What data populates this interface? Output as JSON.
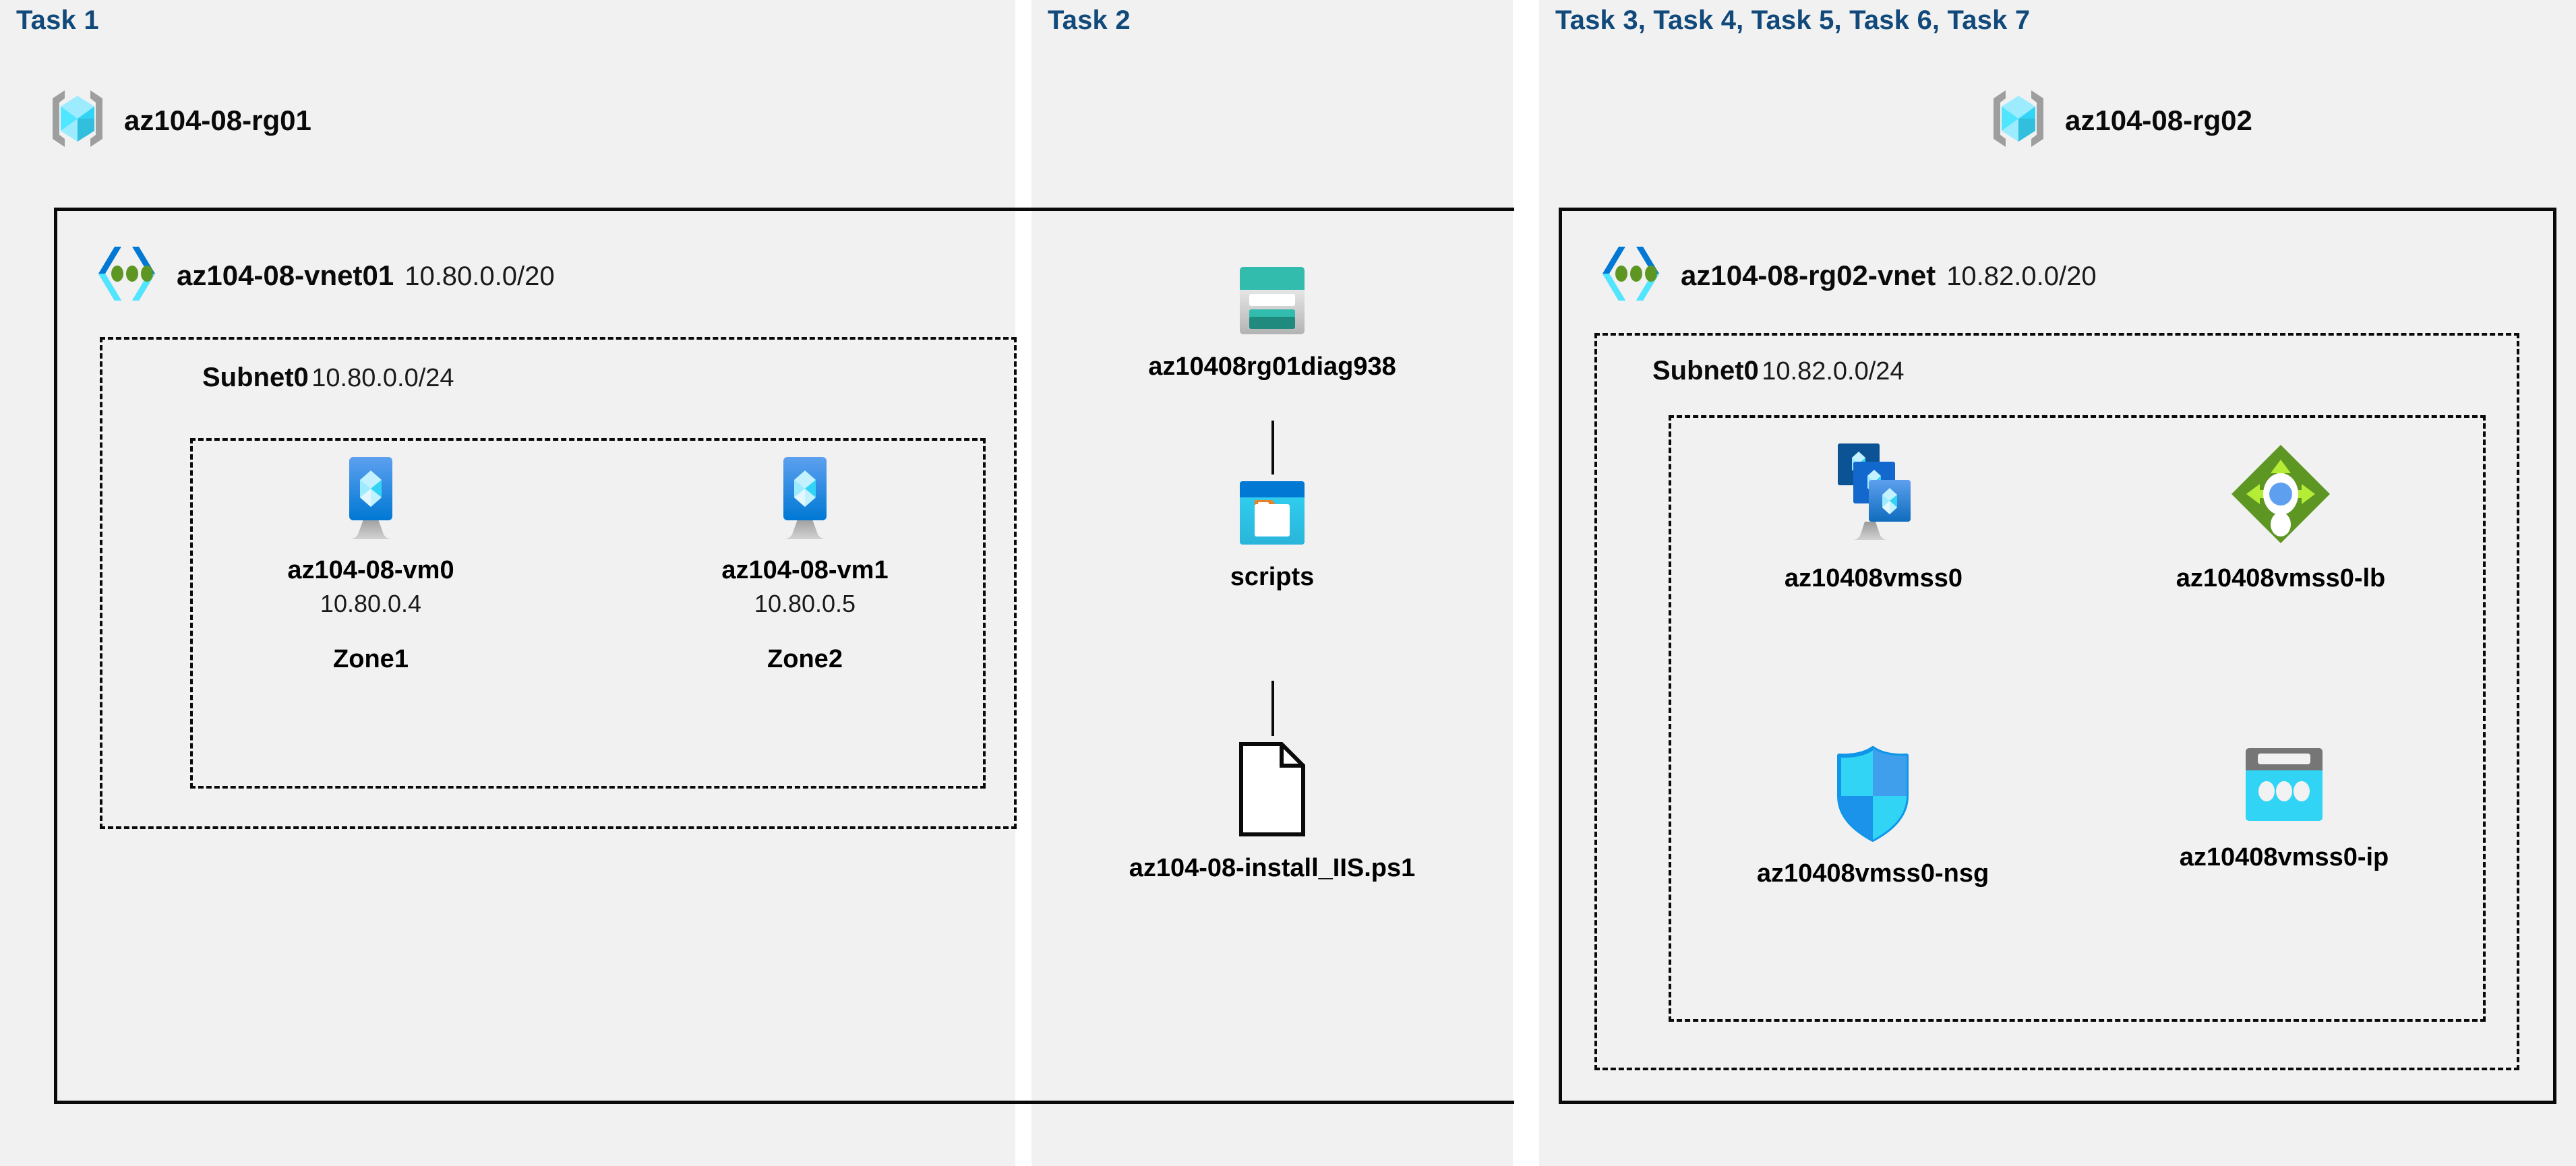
{
  "columns": [
    {
      "id": "col1",
      "task_label": "Task 1",
      "resource_group": {
        "name": "az104-08-rg01",
        "icon": "resource-group-icon"
      },
      "vnet": {
        "name": "az104-08-vnet01",
        "cidr": "10.80.0.0/20",
        "icon": "virtual-network-icon"
      },
      "subnet": {
        "name": "Subnet0",
        "cidr": "10.80.0.0/24"
      },
      "nodes": [
        {
          "name": "az104-08-vm0",
          "ip": "10.80.0.4",
          "zone": "Zone1",
          "icon": "virtual-machine-icon"
        },
        {
          "name": "az104-08-vm1",
          "ip": "10.80.0.5",
          "zone": "Zone2",
          "icon": "virtual-machine-icon"
        }
      ]
    },
    {
      "id": "col2",
      "task_label": "Task 2",
      "nodes": [
        {
          "name": "az10408rg01diag938",
          "icon": "storage-account-icon"
        },
        {
          "name": "scripts",
          "icon": "blob-container-icon"
        },
        {
          "name": "az104-08-install_IIS.ps1",
          "icon": "script-file-icon"
        }
      ]
    },
    {
      "id": "col3",
      "task_label": "Task 3, Task 4, Task 5, Task 6, Task 7",
      "resource_group": {
        "name": "az104-08-rg02",
        "icon": "resource-group-icon"
      },
      "vnet": {
        "name": "az104-08-rg02-vnet",
        "cidr": "10.82.0.0/20",
        "icon": "virtual-network-icon"
      },
      "subnet": {
        "name": "Subnet0",
        "cidr": "10.82.0.0/24"
      },
      "nodes": [
        {
          "name": "az10408vmss0",
          "icon": "vm-scale-set-icon"
        },
        {
          "name": "az10408vmss0-lb",
          "icon": "load-balancer-icon"
        },
        {
          "name": "az10408vmss0-nsg",
          "icon": "network-security-group-icon"
        },
        {
          "name": "az10408vmss0-ip",
          "icon": "public-ip-address-icon"
        }
      ]
    }
  ],
  "colors": {
    "task_label": "#11497a",
    "panel_background": "#f1f1f1",
    "border": "#0a0a0a",
    "azure_blue": "#0078d4",
    "azure_cyan": "#50e6ff",
    "storage_teal": "#32bcad",
    "lb_green": "#76bc2d",
    "nsg_blue": "#1b93eb"
  }
}
